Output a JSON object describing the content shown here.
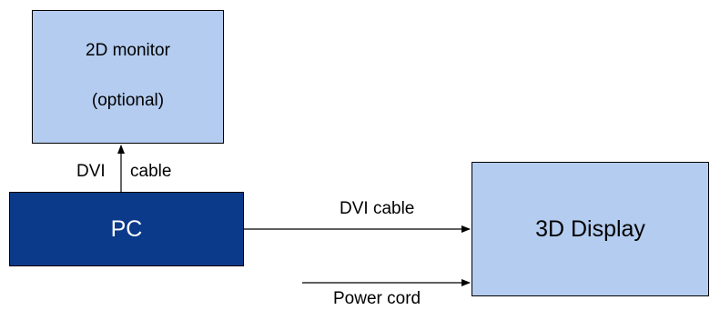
{
  "nodes": {
    "monitor_2d": {
      "line1": "2D monitor",
      "line2": "(optional)"
    },
    "pc": {
      "label": "PC"
    },
    "display_3d": {
      "label": "3D Display"
    }
  },
  "edges": {
    "pc_to_monitor": {
      "label_left": "DVI",
      "label_right": "cable"
    },
    "pc_to_display": {
      "label": "DVI cable"
    },
    "power_to_display": {
      "label": "Power cord"
    }
  },
  "colors": {
    "light_box": "#b4ccf0",
    "pc_box": "#0b3a8a",
    "line": "#000000"
  }
}
